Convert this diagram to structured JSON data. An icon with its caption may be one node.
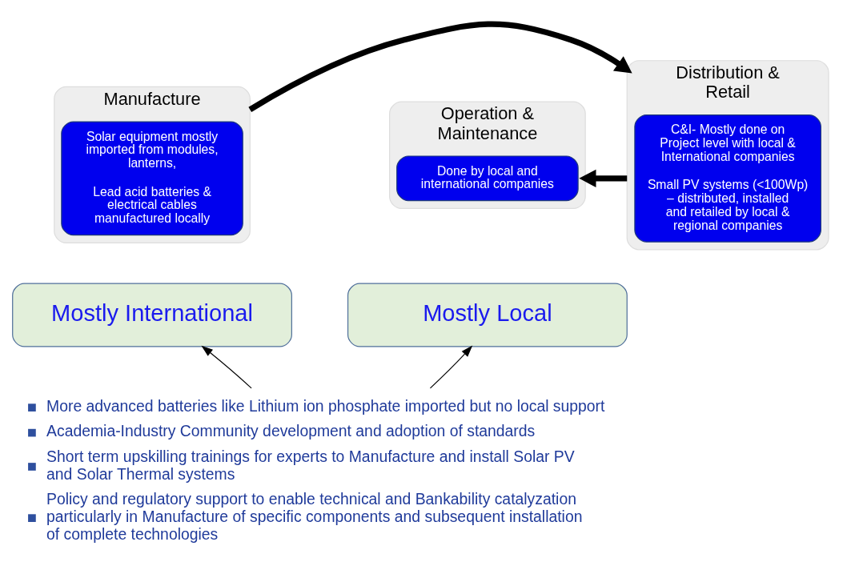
{
  "diagram": {
    "nodes": [
      {
        "text": [
          "Manufacture"
        ]
      },
      {
        "text": [
          "Solar equipment mostly imported from modules, lanterns,",
          "Lead acid batteries & electrical cables manufactured locally"
        ],
        "in": 0
      },
      {
        "text": [
          "Distribution & Retail"
        ]
      },
      {
        "text": [
          "C&I- Mostly done on Project level with local & International companies",
          "Small PV systems (<100Wp) – distributed, installed and retailed by local & regional companies"
        ],
        "in": 2
      },
      {
        "text": [
          "Operation & Maintenance"
        ]
      },
      {
        "text": [
          "Done by local and international companies"
        ],
        "in": 4
      },
      {
        "text": [
          "Mostly International"
        ]
      },
      {
        "text": [
          "Mostly Local"
        ]
      },
      {
        "text": [
          "More advanced batteries like Lithium ion phosphate imported but no local support",
          "Academia-Industry Community development and adoption of standards",
          "Short term upskilling trainings for experts to Manufacture and install Solar PV and Solar Thermal systems",
          "Policy and regulatory support to enable technical and Bankability catalyzation particularly in Manufacture of specific components and subsequent installation of complete technologies"
        ]
      }
    ],
    "edges": [
      {
        "from": 0,
        "to": 2,
        "arrow": "to",
        "style": "thick"
      },
      {
        "from": 2,
        "to": 4,
        "arrow": "to",
        "style": "thick"
      },
      {
        "from": 8,
        "to": 6,
        "arrow": "to"
      },
      {
        "from": 8,
        "to": 7,
        "arrow": "to"
      }
    ]
  }
}
